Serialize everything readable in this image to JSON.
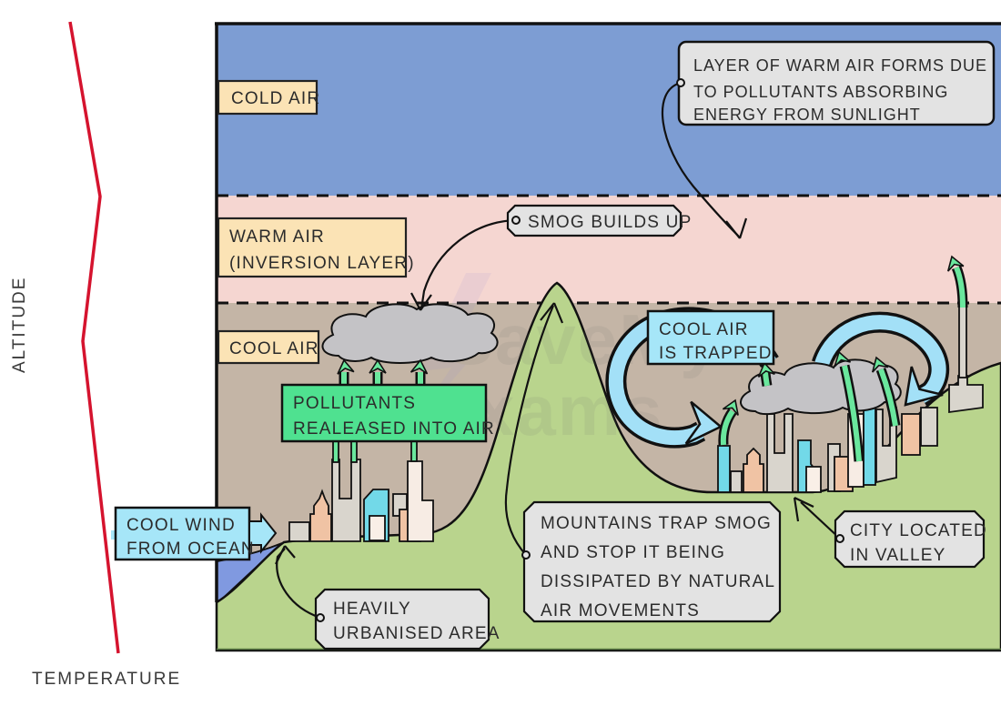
{
  "title": "Temperature inversion and smog formation diagram",
  "axes": {
    "y_label": "ALTITUDE",
    "x_label": "TEMPERATURE"
  },
  "layer_labels": {
    "cold": "COLD AIR",
    "warm_line1": "WARM AIR",
    "warm_line2": "(INVERSION LAYER)",
    "cool": "COOL AIR"
  },
  "callouts": {
    "warm_layer_forms": {
      "lines": [
        "LAYER OF WARM AIR FORMS DUE",
        "TO POLLUTANTS ABSORBING",
        "ENERGY FROM SUNLIGHT"
      ]
    },
    "smog_builds_up": "SMOG BUILDS UP",
    "pollutants": {
      "lines": [
        "POLLUTANTS",
        "REALEASED INTO AIR"
      ]
    },
    "cool_air_trapped": {
      "lines": [
        "COOL AIR",
        "IS TRAPPED"
      ]
    },
    "cool_wind": {
      "lines": [
        "COOL WIND",
        "FROM OCEAN"
      ]
    },
    "heavily_urbanised": {
      "lines": [
        "HEAVILY",
        "URBANISED AREA"
      ]
    },
    "mountains_trap": {
      "lines": [
        "MOUNTAINS TRAP SMOG",
        "AND STOP IT BEING",
        "DISSIPATED BY NATURAL",
        "AIR MOVEMENTS"
      ]
    },
    "city_located": {
      "lines": [
        "CITY LOCATED",
        "IN VALLEY"
      ]
    }
  },
  "watermark": {
    "line1": "SaveMy",
    "line2": "Exams"
  },
  "palette": {
    "cold_air": "#7d9dd3",
    "warm_air": "#f5d6d1",
    "cool_air": "#c4b5a6",
    "land_green": "#b9d48d",
    "ocean_blue": "#8099e0",
    "label_tan": "#fbe3b5",
    "callout_gray": "#e3e3e3",
    "box_green": "#4fe190",
    "box_cyan": "#a6e6f8",
    "arrow_green": "#6ae79d",
    "arrow_blue": "#a3e0f7",
    "cloud_gray": "#c4c3c6",
    "temperature_line_red": "#d5132e"
  }
}
